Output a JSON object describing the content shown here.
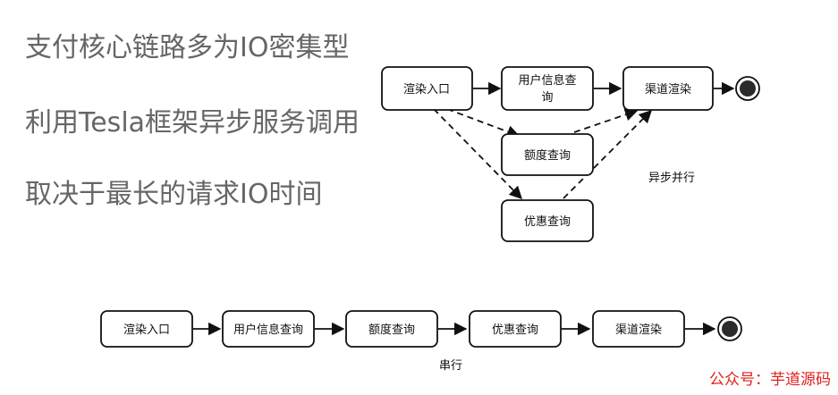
{
  "bullets": [
    "支付核心链路多为IO密集型",
    "利用Tesla框架异步服务调用",
    "取决于最长的请求IO时间"
  ],
  "async_diagram": {
    "nodes": {
      "entry": "渲染入口",
      "user_info": [
        "用户信息查",
        "询"
      ],
      "quota": "额度查询",
      "discount": "优惠查询",
      "channel": "渠道渲染"
    },
    "label": "异步并行"
  },
  "serial_diagram": {
    "nodes": [
      "渲染入口",
      "用户信息查询",
      "额度查询",
      "优惠查询",
      "渠道渲染"
    ],
    "label": "串行"
  },
  "watermark": "公众号：芋道源码"
}
